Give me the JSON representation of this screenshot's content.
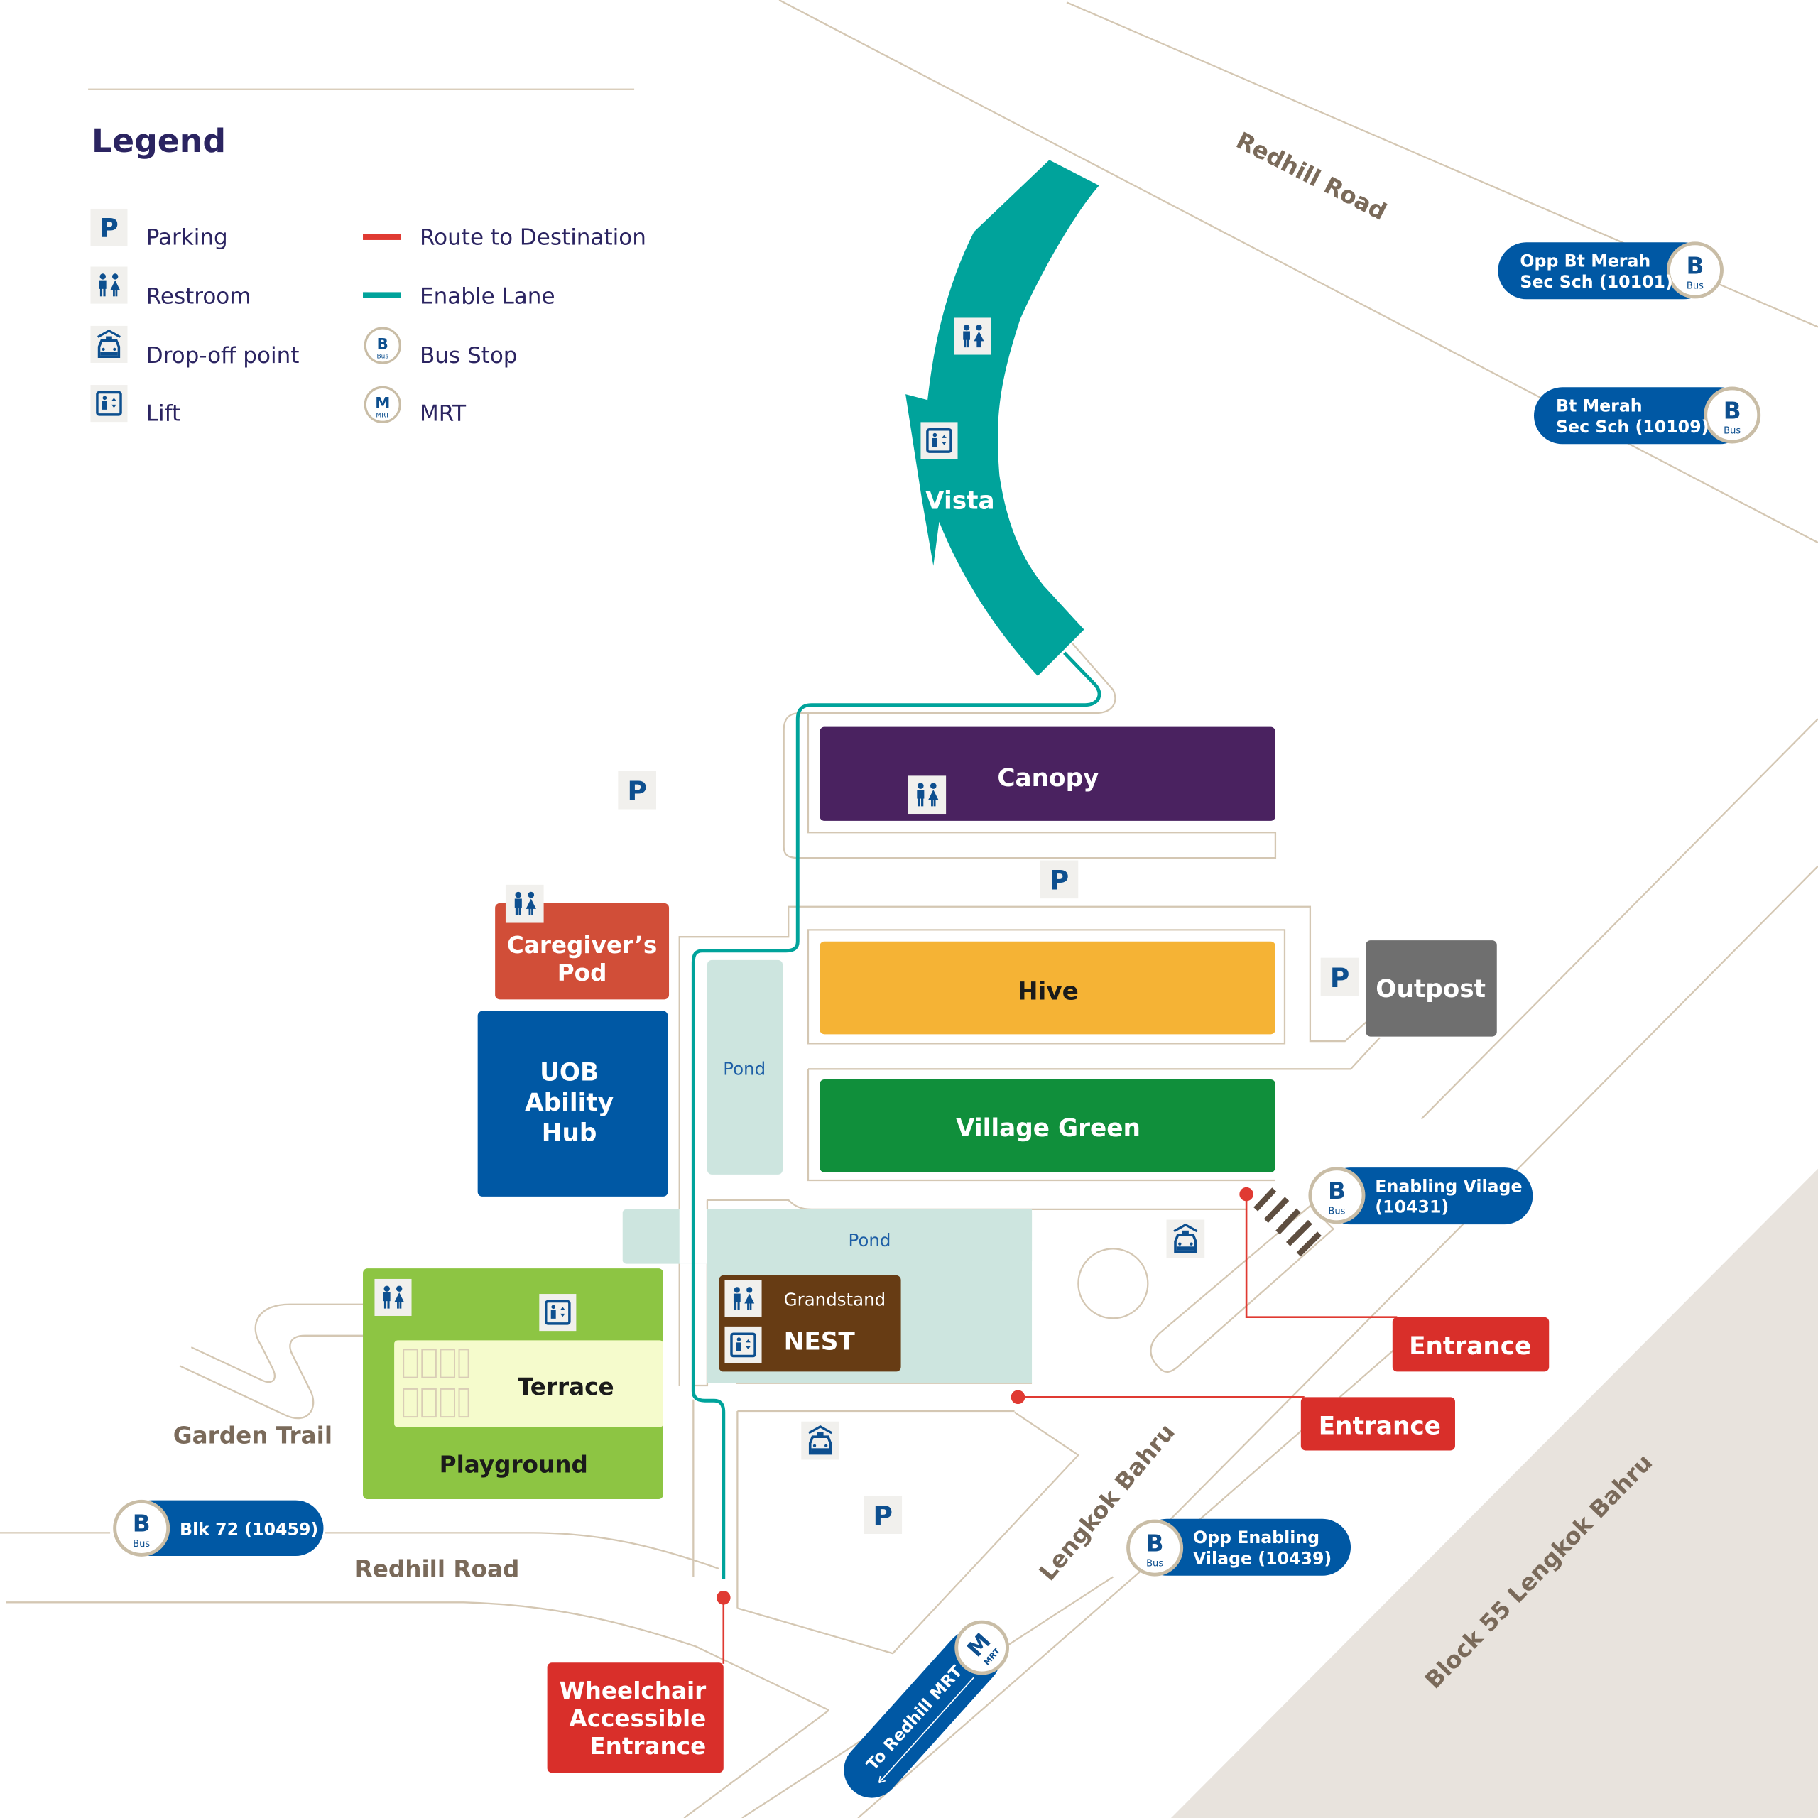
{
  "legend": {
    "title": "Legend",
    "items": [
      {
        "icon": "parking-icon",
        "glyph": "P",
        "label": "Parking"
      },
      {
        "icon": "restroom-icon",
        "label": "Restroom"
      },
      {
        "icon": "drop-off-icon",
        "label": "Drop-off point"
      },
      {
        "icon": "lift-icon",
        "label": "Lift"
      },
      {
        "icon": "route-line-icon",
        "label": "Route to Destination",
        "color": "#e03a32"
      },
      {
        "icon": "enable-lane-line-icon",
        "label": "Enable Lane",
        "color": "#00a39b"
      },
      {
        "icon": "bus-stop-icon",
        "glyph": "B",
        "sub": "Bus",
        "label": "Bus Stop"
      },
      {
        "icon": "mrt-icon",
        "glyph": "M",
        "sub": "MRT",
        "label": "MRT"
      }
    ]
  },
  "buildings": {
    "vista": {
      "label": "Vista",
      "color": "#00a39b"
    },
    "canopy": {
      "label": "Canopy",
      "color": "#4a2260"
    },
    "hive": {
      "label": "Hive",
      "color": "#f5b335"
    },
    "outpost": {
      "label": "Outpost",
      "color": "#6f6f6f"
    },
    "village_green": {
      "label": "Village Green",
      "color": "#108f3b"
    },
    "caregivers_pod": {
      "label_line1": "Caregiver’s",
      "label_line2": "Pod",
      "color": "#d14e38"
    },
    "uob_hub": {
      "label_line1": "UOB",
      "label_line2": "Ability",
      "label_line3": "Hub",
      "color": "#0058a4"
    },
    "nest": {
      "sublabel": "Grandstand",
      "label": "NEST",
      "color": "#673c14"
    },
    "terrace": {
      "label": "Terrace",
      "color": "#f5fbcc"
    },
    "playground": {
      "label": "Playground",
      "color": "#8dc543"
    }
  },
  "ponds": {
    "pond1": "Pond",
    "pond2": "Pond"
  },
  "parking_glyph": "P",
  "entrances": {
    "entrance_east": "Entrance",
    "entrance_south": "Entrance",
    "wheelchair_line1": "Wheelchair",
    "wheelchair_line2": "Accessible",
    "wheelchair_line3": "Entrance"
  },
  "bus_stops": {
    "glyph": "B",
    "sub": "Bus",
    "opp_bt_merah": {
      "line1": "Opp Bt Merah",
      "line2": "Sec Sch (10101)"
    },
    "bt_merah": {
      "line1": "Bt Merah",
      "line2": "Sec Sch (10109)"
    },
    "enabling_village": {
      "line1": "Enabling Vilage",
      "line2": "(10431)"
    },
    "opp_enabling_village": {
      "line1": "Opp Enabling",
      "line2": "Vilage (10439)"
    },
    "blk72": {
      "line1": "Blk 72 (10459)"
    }
  },
  "mrt": {
    "glyph": "M",
    "sub": "MRT",
    "label": "To Redhill MRT"
  },
  "roads": {
    "redhill_road_north": "Redhill Road",
    "redhill_road_south": "Redhill Road",
    "lengkok_bahru": "Lengkok Bahru",
    "garden_trail": "Garden Trail",
    "block55": "Block 55 Lengkok Bahru"
  },
  "colors": {
    "route": "#e03a32",
    "enable_lane": "#00a39b",
    "bus_blue": "#0058a4",
    "road_line": "#d4c7b3",
    "legend_text": "#2b2461",
    "icon_blue": "#0d4f8f"
  }
}
